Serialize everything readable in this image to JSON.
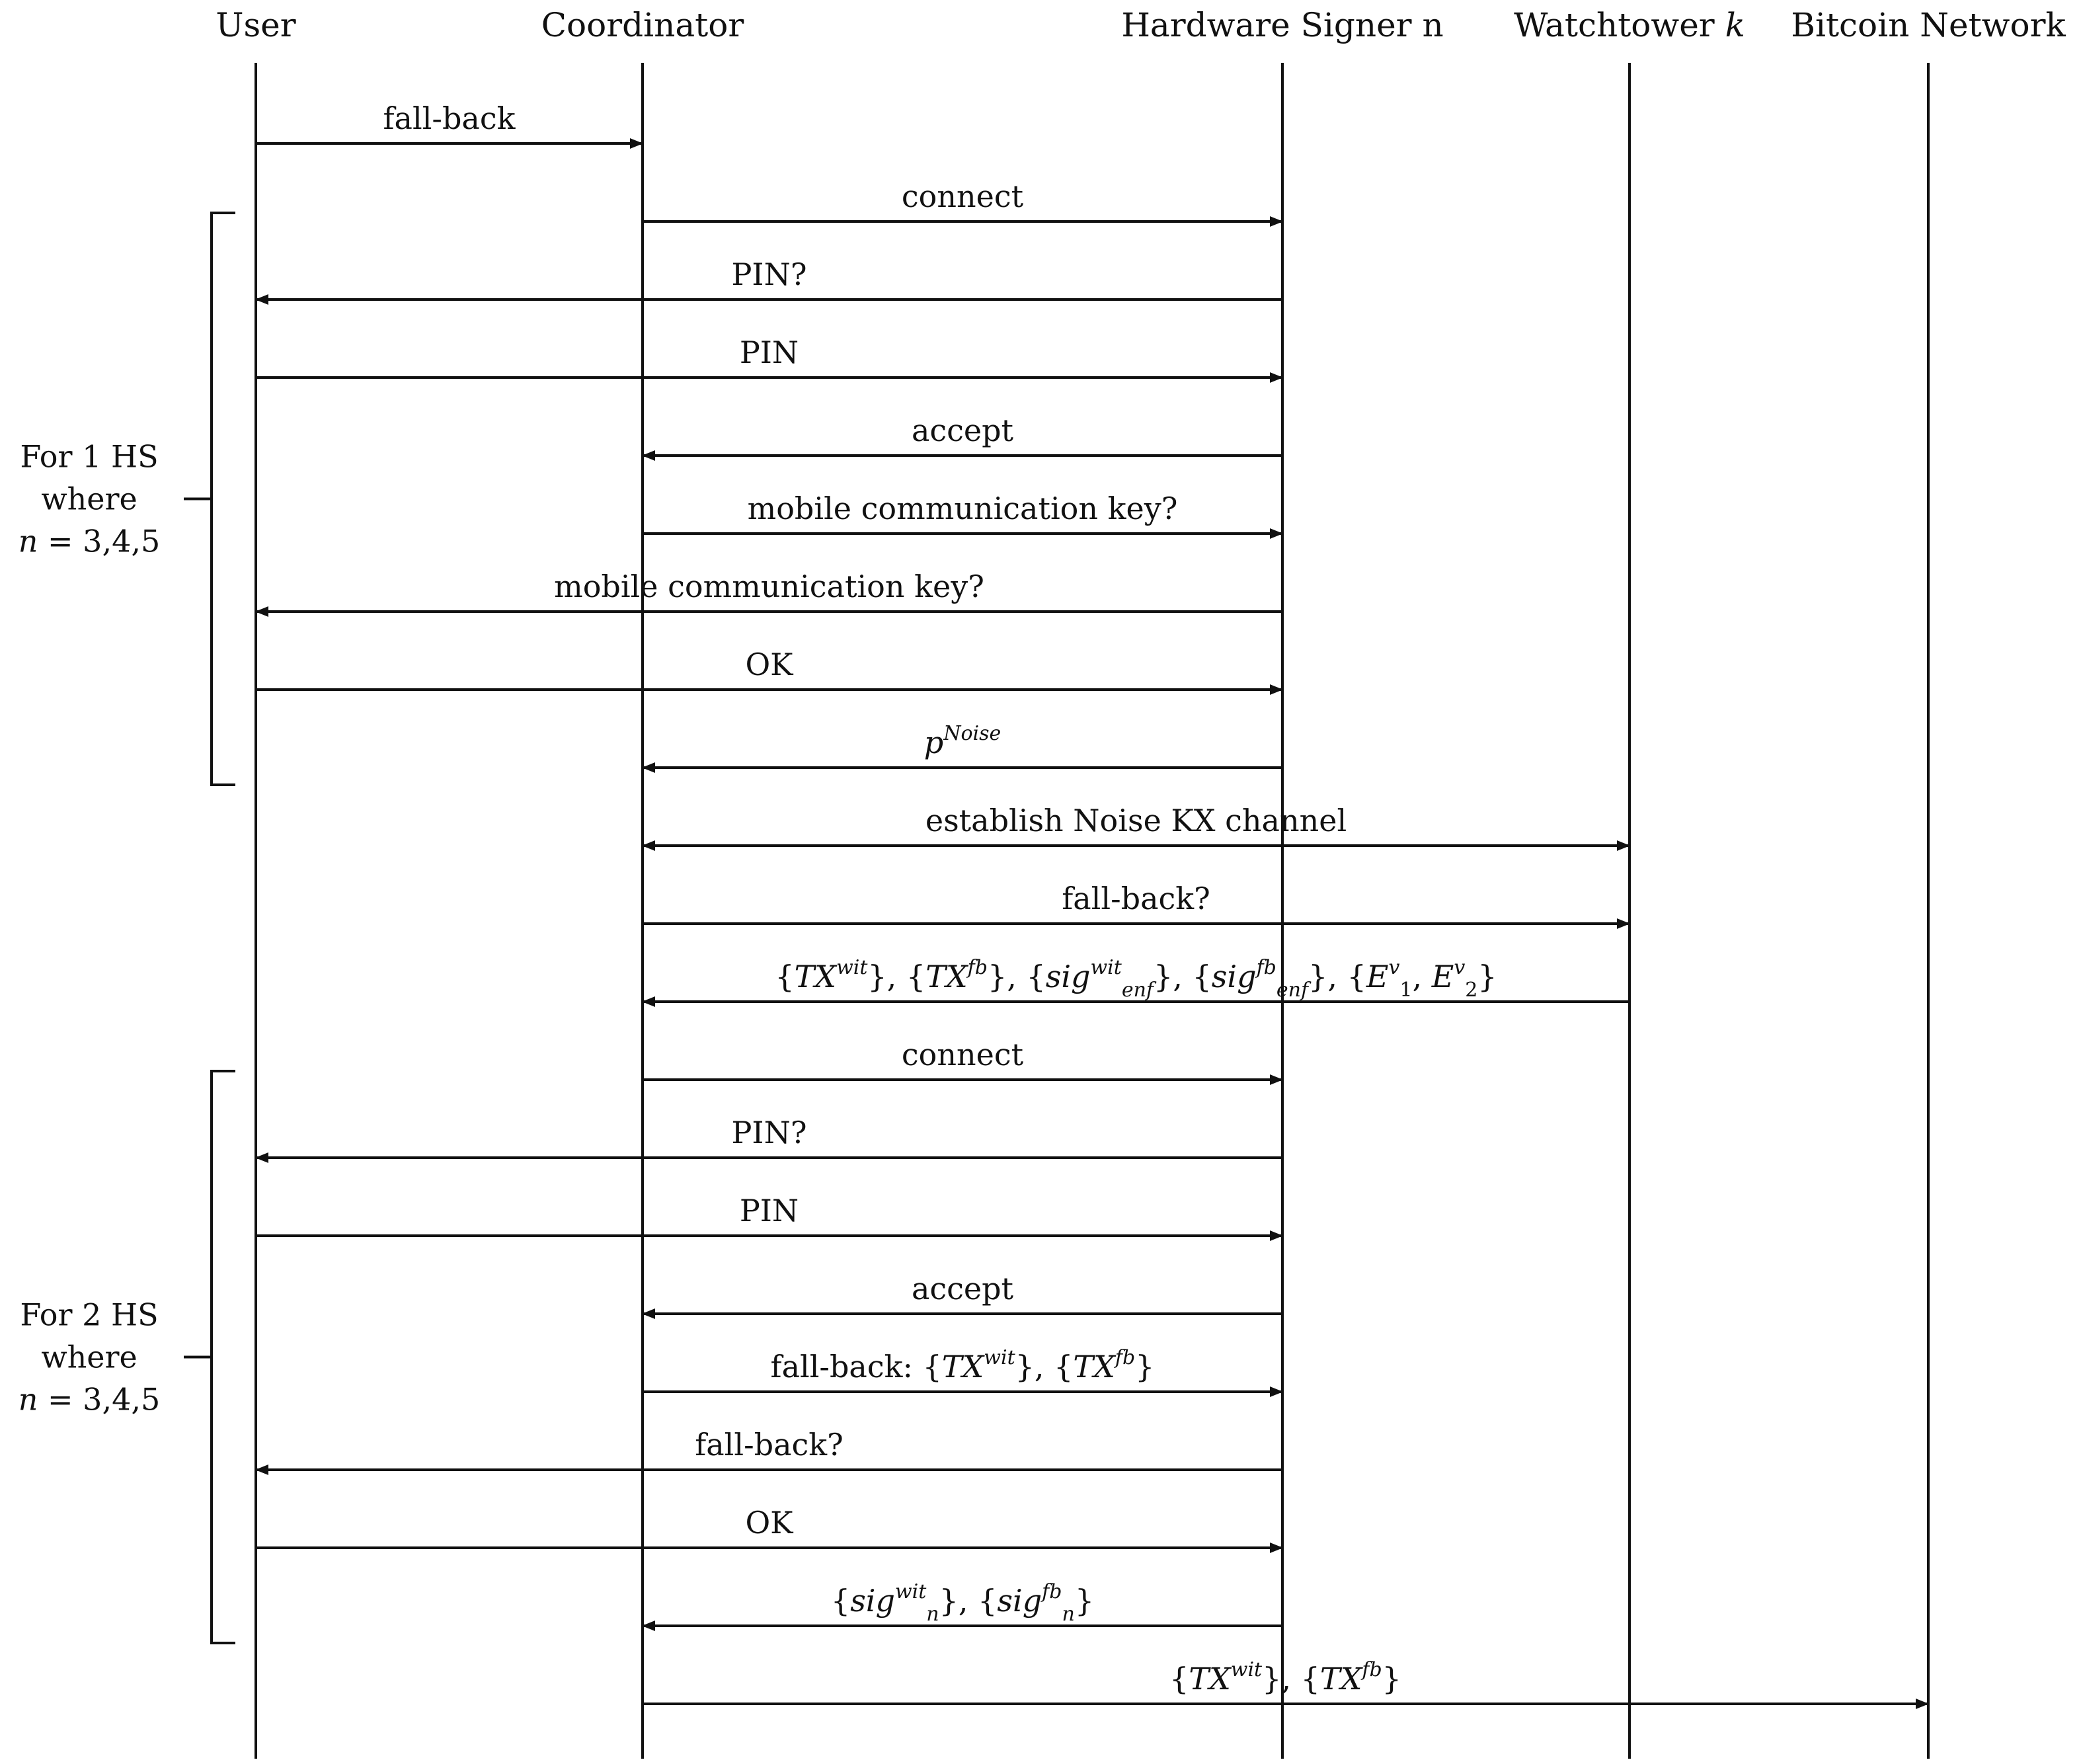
{
  "actors": [
    {
      "id": "user",
      "label": "User"
    },
    {
      "id": "coordinator",
      "label": "Coordinator"
    },
    {
      "id": "signer",
      "label": "Hardware Signer n"
    },
    {
      "id": "watchtower",
      "label": "Watchtower",
      "label_math": "k"
    },
    {
      "id": "bitcoin",
      "label": "Bitcoin Network"
    }
  ],
  "messages": [
    {
      "from": "user",
      "to": "coordinator",
      "label": [
        {
          "t": "fall-back"
        }
      ]
    },
    {
      "from": "coordinator",
      "to": "signer",
      "label": [
        {
          "t": "connect"
        }
      ]
    },
    {
      "from": "signer",
      "to": "user",
      "label": [
        {
          "t": "PIN?"
        }
      ]
    },
    {
      "from": "user",
      "to": "signer",
      "label": [
        {
          "t": "PIN"
        }
      ]
    },
    {
      "from": "signer",
      "to": "coordinator",
      "label": [
        {
          "t": "accept"
        }
      ]
    },
    {
      "from": "coordinator",
      "to": "signer",
      "label": [
        {
          "t": "mobile communication key?"
        }
      ]
    },
    {
      "from": "signer",
      "to": "user",
      "label": [
        {
          "t": "mobile communication key?"
        }
      ]
    },
    {
      "from": "user",
      "to": "signer",
      "label": [
        {
          "t": "OK"
        }
      ]
    },
    {
      "from": "signer",
      "to": "coordinator",
      "label": [
        {
          "t": "p",
          "math": true
        },
        {
          "t": "Noise",
          "math": true,
          "sup": true
        }
      ]
    },
    {
      "from": "coordinator",
      "to": "watchtower",
      "both": true,
      "label": [
        {
          "t": "establish Noise KX channel"
        }
      ]
    },
    {
      "from": "coordinator",
      "to": "watchtower",
      "label": [
        {
          "t": "fall-back?"
        }
      ]
    },
    {
      "from": "watchtower",
      "to": "coordinator",
      "label": [
        {
          "t": "{"
        },
        {
          "t": "TX",
          "math": true
        },
        {
          "t": "wit",
          "math": true,
          "sup": true
        },
        {
          "t": "}, {"
        },
        {
          "t": "TX",
          "math": true
        },
        {
          "t": "fb",
          "math": true,
          "sup": true
        },
        {
          "t": "}, {"
        },
        {
          "t": "sig",
          "math": true
        },
        {
          "t": "wit",
          "math": true,
          "sup": true
        },
        {
          "t": "enf",
          "math": true,
          "sub": true
        },
        {
          "t": "}, {"
        },
        {
          "t": "sig",
          "math": true
        },
        {
          "t": "fb",
          "math": true,
          "sup": true
        },
        {
          "t": "enf",
          "math": true,
          "sub": true
        },
        {
          "t": "}, {"
        },
        {
          "t": "E",
          "math": true
        },
        {
          "t": "v",
          "math": true,
          "sup": true
        },
        {
          "t": "1",
          "sub": true
        },
        {
          "t": ", "
        },
        {
          "t": "E",
          "math": true
        },
        {
          "t": "v",
          "math": true,
          "sup": true
        },
        {
          "t": "2",
          "sub": true
        },
        {
          "t": "}"
        }
      ]
    },
    {
      "from": "coordinator",
      "to": "signer",
      "label": [
        {
          "t": "connect"
        }
      ]
    },
    {
      "from": "signer",
      "to": "user",
      "label": [
        {
          "t": "PIN?"
        }
      ]
    },
    {
      "from": "user",
      "to": "signer",
      "label": [
        {
          "t": "PIN"
        }
      ]
    },
    {
      "from": "signer",
      "to": "coordinator",
      "label": [
        {
          "t": "accept"
        }
      ]
    },
    {
      "from": "coordinator",
      "to": "signer",
      "label": [
        {
          "t": "fall-back: {"
        },
        {
          "t": "TX",
          "math": true
        },
        {
          "t": "wit",
          "math": true,
          "sup": true
        },
        {
          "t": "}, {"
        },
        {
          "t": "TX",
          "math": true
        },
        {
          "t": "fb",
          "math": true,
          "sup": true
        },
        {
          "t": "}"
        }
      ]
    },
    {
      "from": "signer",
      "to": "user",
      "label": [
        {
          "t": "fall-back?"
        }
      ]
    },
    {
      "from": "user",
      "to": "signer",
      "label": [
        {
          "t": "OK"
        }
      ]
    },
    {
      "from": "signer",
      "to": "coordinator",
      "label": [
        {
          "t": "{"
        },
        {
          "t": "sig",
          "math": true
        },
        {
          "t": "wit",
          "math": true,
          "sup": true
        },
        {
          "t": "n",
          "math": true,
          "sub": true
        },
        {
          "t": "}, {"
        },
        {
          "t": "sig",
          "math": true
        },
        {
          "t": "fb",
          "math": true,
          "sup": true
        },
        {
          "t": "n",
          "math": true,
          "sub": true
        },
        {
          "t": "}"
        }
      ]
    },
    {
      "from": "coordinator",
      "to": "bitcoin",
      "label": [
        {
          "t": "{"
        },
        {
          "t": "TX",
          "math": true
        },
        {
          "t": "wit",
          "math": true,
          "sup": true
        },
        {
          "t": "}, {"
        },
        {
          "t": "TX",
          "math": true
        },
        {
          "t": "fb",
          "math": true,
          "sup": true
        },
        {
          "t": "}"
        }
      ]
    }
  ],
  "groups": [
    {
      "first_message": 1,
      "last_message": 8,
      "label_lines": [
        [
          {
            "t": "For 1 HS"
          }
        ],
        [
          {
            "t": "where"
          }
        ],
        [
          {
            "t": "n",
            "math": true
          },
          {
            "t": " = 3,4,5"
          }
        ]
      ]
    },
    {
      "first_message": 12,
      "last_message": 19,
      "label_lines": [
        [
          {
            "t": "For 2 HS"
          }
        ],
        [
          {
            "t": "where"
          }
        ],
        [
          {
            "t": "n",
            "math": true
          },
          {
            "t": " = 3,4,5"
          }
        ]
      ]
    }
  ]
}
